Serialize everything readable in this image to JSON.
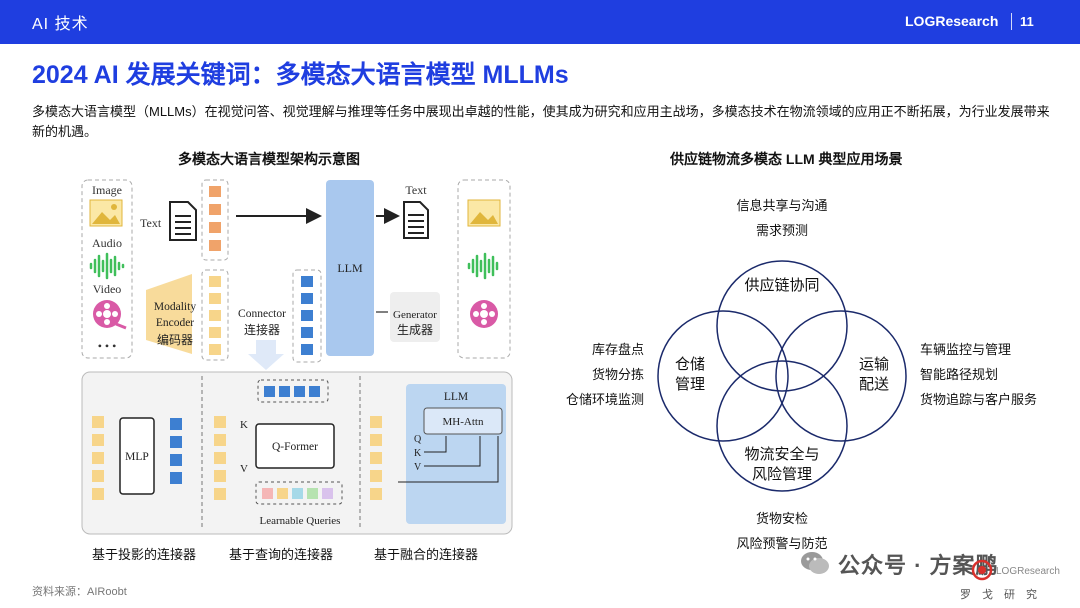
{
  "header": {
    "section": "AI 技术",
    "brand": "LOGResearch",
    "page_number": "11"
  },
  "title": "2024 AI 发展关键词：多模态大语言模型 MLLMs",
  "intro": "多模态大语言模型（MLLMs）在视觉问答、视觉理解与推理等任务中展现出卓越的性能，使其成为研究和应用主战场，多模态技术在物流领域的应用正不断拓展，为行业发展带来新的机遇。",
  "left_panel": {
    "title": "多模态大语言模型架构示意图",
    "inputs": [
      "Image",
      "Audio",
      "Video",
      "• • •"
    ],
    "text_label": "Text",
    "encoder_label_en_1": "Modality",
    "encoder_label_en_2": "Encoder",
    "encoder_label_cn": "编码器",
    "connector_label_en": "Connector",
    "connector_label_cn": "连接器",
    "llm_label": "LLM",
    "generator_label_en": "Generator",
    "generator_label_cn": "生成器",
    "output_text_label": "Text",
    "mlp_label": "MLP",
    "qformer_label": "Q-Former",
    "k_label": "K",
    "v_label": "V",
    "learnable_label": "Learnable Queries",
    "llm_inner_label": "LLM",
    "mh_attn_label": "MH-Attn",
    "q_label": "Q",
    "captions": [
      "基于投影的连接器",
      "基于查询的连接器",
      "基于融合的连接器"
    ]
  },
  "right_panel": {
    "title": "供应链物流多模态 LLM 典型应用场景",
    "circles": {
      "top": "供应链协同",
      "left_line1": "仓储",
      "left_line2": "管理",
      "right_line1": "运输",
      "right_line2": "配送",
      "bottom_line1": "物流安全与",
      "bottom_line2": "风险管理"
    },
    "top_items": [
      "信息共享与沟通",
      "需求预测"
    ],
    "left_items": [
      "库存盘点",
      "货物分拣",
      "仓储环境监测"
    ],
    "right_items": [
      "车辆监控与管理",
      "智能路径规划",
      "货物追踪与客户服务"
    ],
    "bottom_items": [
      "货物安检",
      "风险预警与防范"
    ]
  },
  "source": "资料来源：AIRoobt",
  "watermark": {
    "text": "公众号 · 方案鹏",
    "logo_sub": "罗戈研究"
  },
  "colors": {
    "brand_blue": "#1f3ee0",
    "circle_navy": "#1b2a6b",
    "llm_blue": "#a9c8ee",
    "token_yellow": "#f7d58a",
    "token_orange": "#f0a36a",
    "token_blue": "#3d7fd1",
    "audio_green": "#3fbf5a",
    "video_pink": "#d95aa6"
  }
}
